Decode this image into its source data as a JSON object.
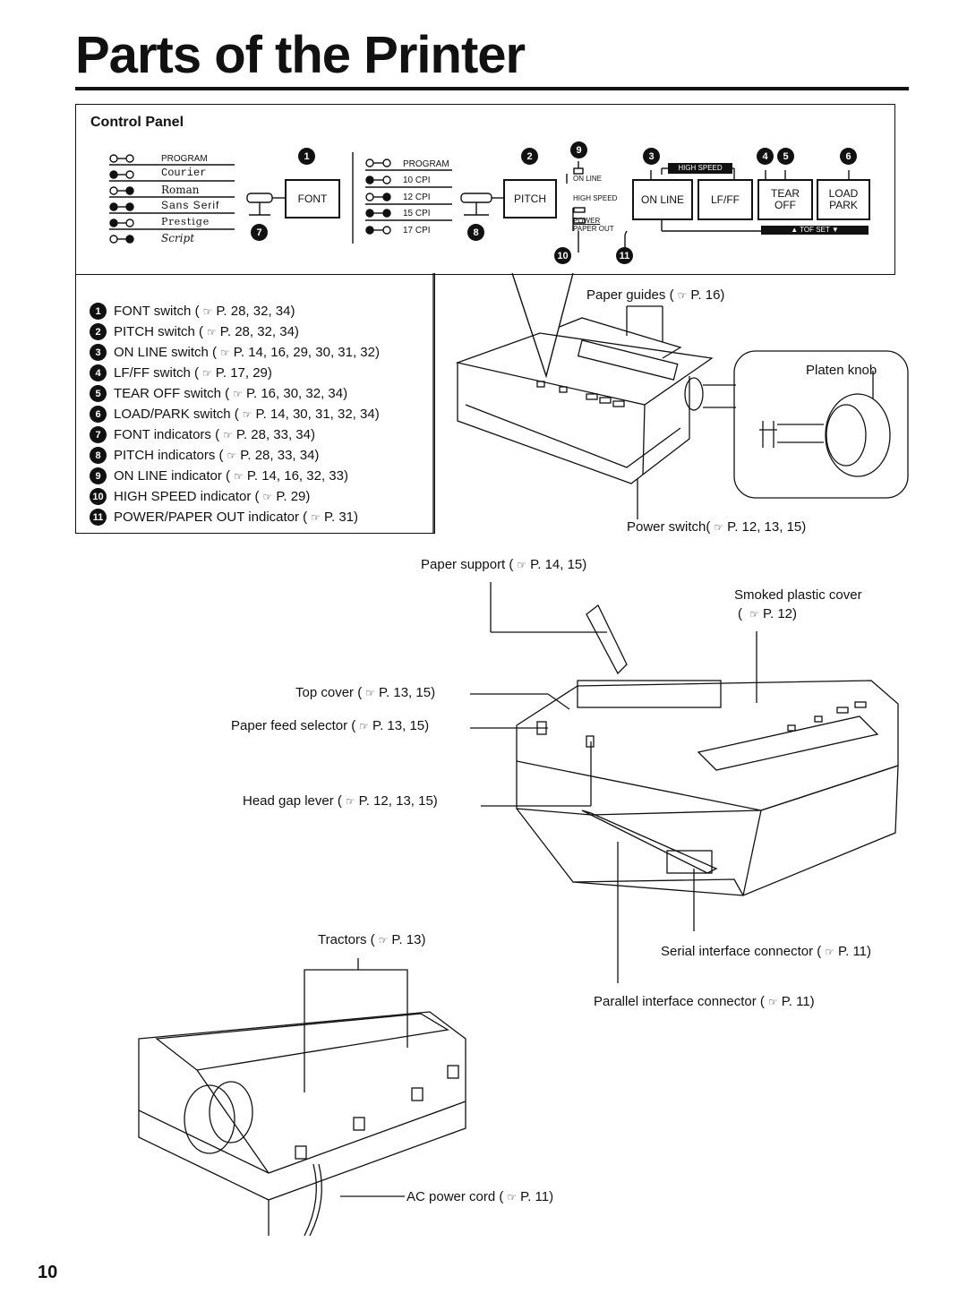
{
  "page": {
    "title": "Parts of the Printer",
    "page_number": "10"
  },
  "control_panel": {
    "heading": "Control Panel",
    "font_indicator_labels": [
      "PROGRAM",
      "Courier",
      "Roman",
      "Sans Serif",
      "Prestige",
      "Script"
    ],
    "pitch_indicator_labels": [
      "PROGRAM",
      "10 CPI",
      "12 CPI",
      "15 CPI",
      "17 CPI"
    ],
    "buttons": {
      "font": "FONT",
      "pitch": "PITCH",
      "online": "ON LINE",
      "lfff": "LF/FF",
      "tearoff_line1": "TEAR",
      "tearoff_line2": "OFF",
      "loadpark_line1": "LOAD",
      "loadpark_line2": "PARK"
    },
    "indicators": {
      "online": "ON LINE",
      "high_speed": "HIGH SPEED",
      "power": "POWER",
      "paper_out": "PAPER OUT",
      "high_speed_bar": "HIGH SPEED",
      "tof_set_bar": "▲  TOF  SET  ▼"
    },
    "callout_numbers": [
      "1",
      "2",
      "3",
      "4",
      "5",
      "6",
      "7",
      "8",
      "9",
      "10",
      "11"
    ]
  },
  "legend": [
    {
      "num": "1",
      "label": "FONT switch (",
      "ref": "P. 28, 32, 34)"
    },
    {
      "num": "2",
      "label": "PITCH switch (",
      "ref": "P. 28, 32, 34)"
    },
    {
      "num": "3",
      "label": "ON LINE switch (",
      "ref": "P. 14, 16, 29, 30, 31, 32)"
    },
    {
      "num": "4",
      "label": "LF/FF switch (",
      "ref": "P. 17, 29)"
    },
    {
      "num": "5",
      "label": "TEAR OFF switch (",
      "ref": "P. 16, 30, 32, 34)"
    },
    {
      "num": "6",
      "label": "LOAD/PARK switch (",
      "ref": "P. 14, 30, 31, 32, 34)"
    },
    {
      "num": "7",
      "label": "FONT indicators (",
      "ref": "P. 28, 33, 34)"
    },
    {
      "num": "8",
      "label": "PITCH indicators (",
      "ref": "P. 28, 33, 34)"
    },
    {
      "num": "9",
      "label": "ON LINE indicator (",
      "ref": "P. 14, 16, 32, 33)"
    },
    {
      "num": "10",
      "label": "HIGH SPEED indicator (",
      "ref": "P. 29)"
    },
    {
      "num": "11",
      "label": "POWER/PAPER OUT indicator (",
      "ref": "P. 31)"
    }
  ],
  "labels": {
    "paper_guides": "Paper guides (",
    "paper_guides_ref": "P. 16)",
    "platen_knob": "Platen knob",
    "power_switch": "Power switch(",
    "power_switch_ref": "P. 12, 13, 15)",
    "paper_support": "Paper support (",
    "paper_support_ref": "P. 14, 15)",
    "smoked_cover": "Smoked plastic cover",
    "smoked_cover_ref": "P. 12)",
    "top_cover": "Top cover (",
    "top_cover_ref": "P. 13, 15)",
    "paper_feed": "Paper feed selector (",
    "paper_feed_ref": "P. 13, 15)",
    "head_gap": "Head gap lever (",
    "head_gap_ref": "P. 12, 13, 15)",
    "tractors": "Tractors (",
    "tractors_ref": "P. 13)",
    "serial": "Serial interface connector (",
    "serial_ref": "P. 11)",
    "parallel": "Parallel interface connector (",
    "parallel_ref": "P. 11)",
    "ac_cord": "AC power cord (",
    "ac_cord_ref": "P. 11)"
  },
  "icons": {
    "page_reference": "pointing-hand-icon"
  }
}
